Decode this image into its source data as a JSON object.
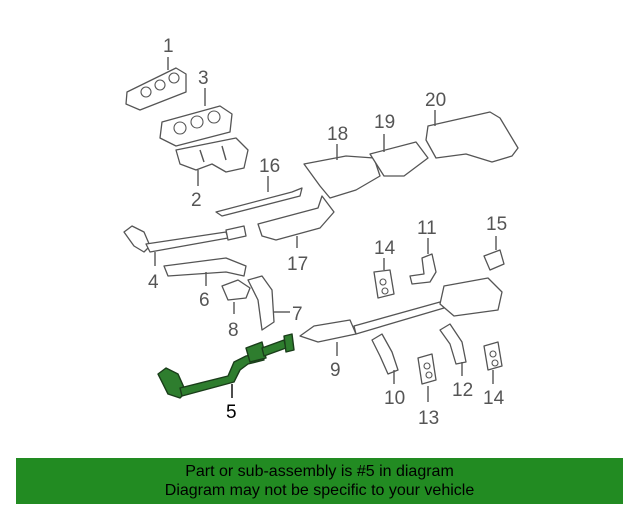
{
  "diagram": {
    "highlighted_part": "5",
    "highlight_color": "#2e7d2e",
    "part_labels": {
      "p1": "1",
      "p2": "2",
      "p3": "3",
      "p4": "4",
      "p5": "5",
      "p6": "6",
      "p7": "7",
      "p8": "8",
      "p9": "9",
      "p10": "10",
      "p11": "11",
      "p12": "12",
      "p13": "13",
      "p14a": "14",
      "p14b": "14",
      "p15": "15",
      "p16": "16",
      "p17": "17",
      "p18": "18",
      "p19": "19",
      "p20": "20"
    }
  },
  "banner": {
    "line1": "Part or sub-assembly is #5 in diagram",
    "line2": "Diagram may not be specific to your vehicle",
    "background": "#228b22"
  }
}
